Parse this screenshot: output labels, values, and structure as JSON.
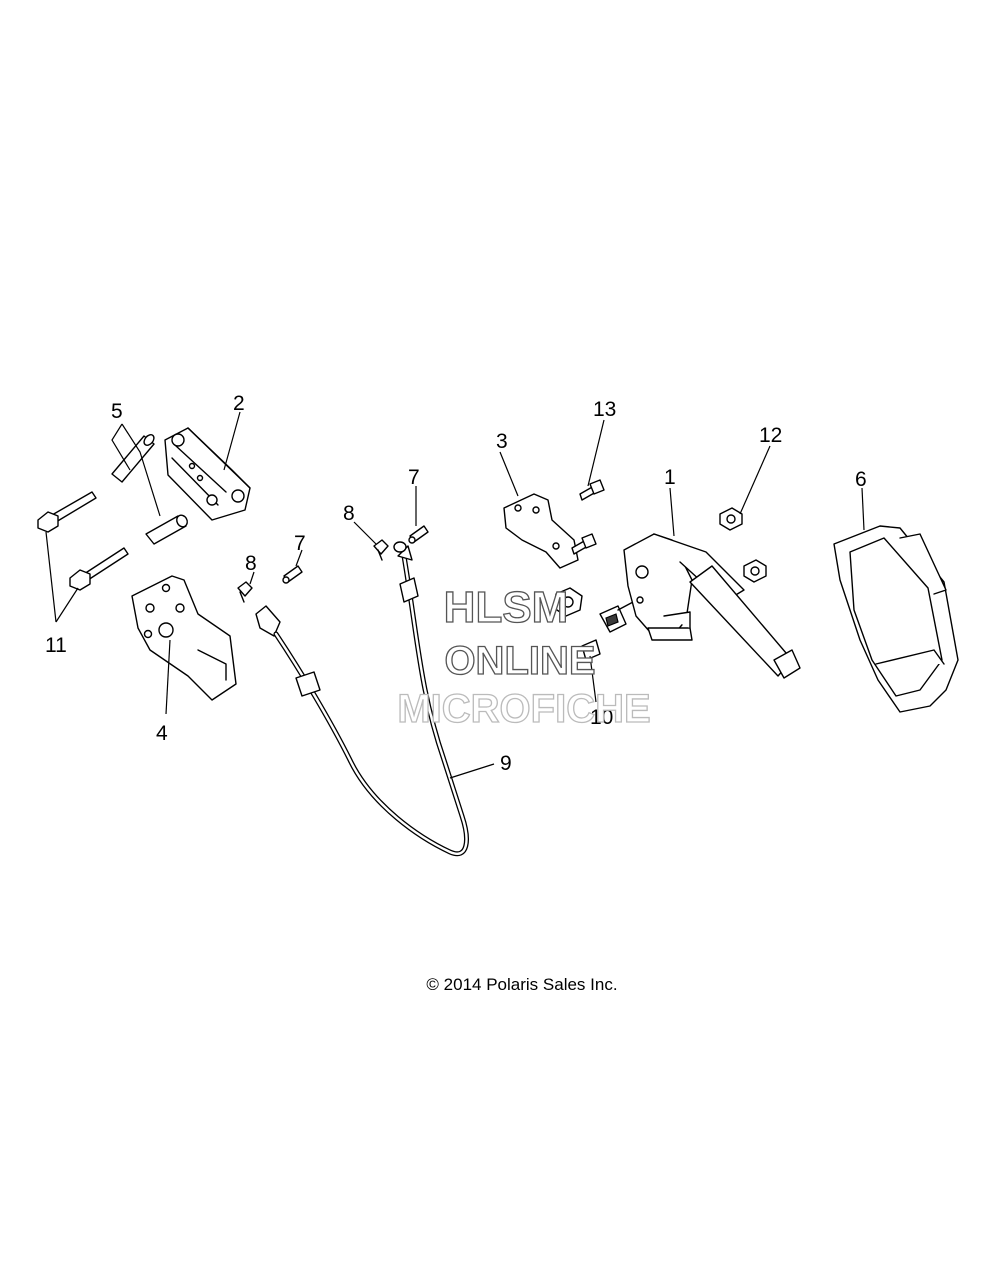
{
  "callouts": {
    "c1": "1",
    "c2": "2",
    "c3": "3",
    "c4": "4",
    "c5": "5",
    "c6": "6",
    "c7a": "7",
    "c7b": "7",
    "c8a": "8",
    "c8b": "8",
    "c9": "9",
    "c10": "10",
    "c11": "11",
    "c12": "12",
    "c13": "13"
  },
  "watermark": {
    "line1": "HLSM",
    "line2": "ONLINE",
    "line3": "MICROFICHE"
  },
  "copyright": "© 2014 Polaris Sales Inc."
}
